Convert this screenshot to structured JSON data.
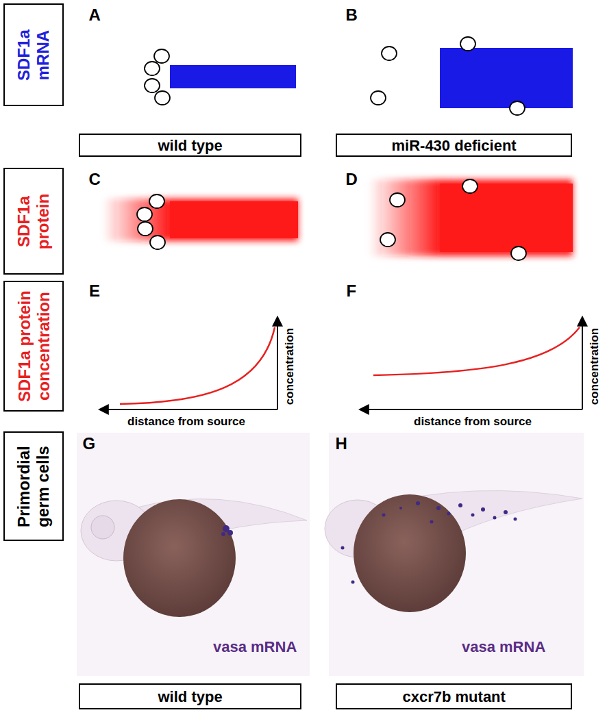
{
  "diagram": {
    "nodes": [
      {
        "text": [
          "SDF1a mRNA"
        ]
      },
      {
        "text": [
          "wild type"
        ]
      },
      {
        "text": [
          "miR-430 deficient"
        ]
      },
      {
        "text": [
          "SDF1a protein"
        ]
      },
      {
        "text": [
          "SDF1a protein concentration"
        ]
      },
      {
        "text": [
          "Primordial germ cells"
        ]
      },
      {
        "text": [
          "wild type"
        ]
      },
      {
        "text": [
          "cxcr7b mutant"
        ]
      }
    ],
    "labels": [
      "A",
      "B",
      "C",
      "D",
      "E",
      "concentration",
      "distance from source",
      "F",
      "concentration",
      "distance from source",
      "G",
      "vasa mRNA",
      "H",
      "vasa mRNA"
    ]
  }
}
